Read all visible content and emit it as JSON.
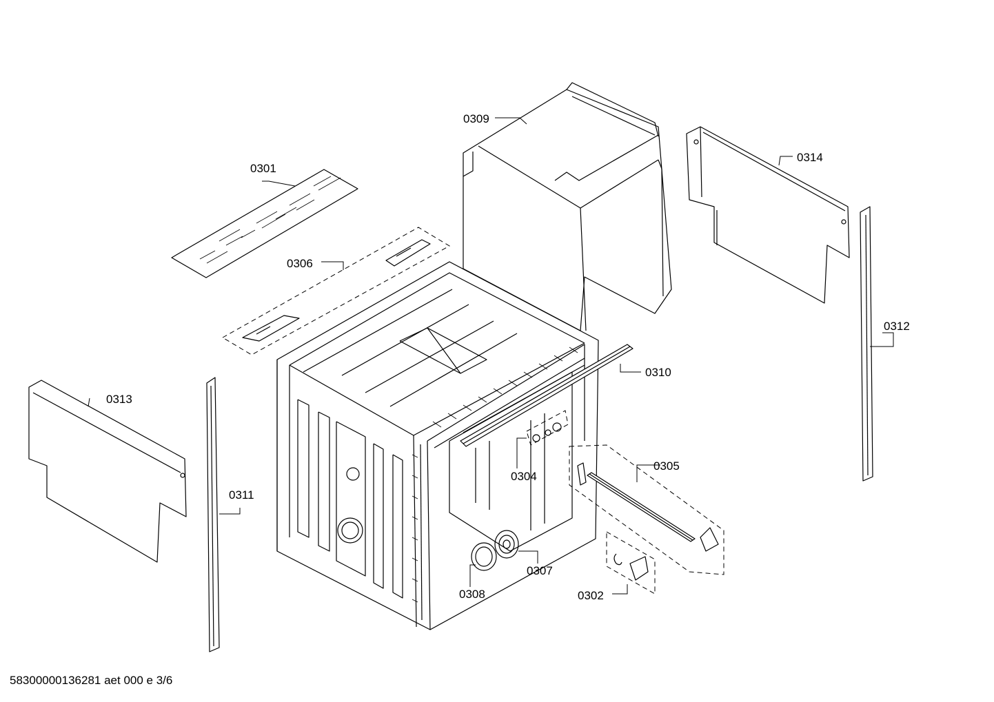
{
  "diagram": {
    "part_labels": {
      "p0301": "0301",
      "p0302": "0302",
      "p0304": "0304",
      "p0305": "0305",
      "p0306": "0306",
      "p0307": "0307",
      "p0308": "0308",
      "p0309": "0309",
      "p0310": "0310",
      "p0311": "0311",
      "p0312": "0312",
      "p0313": "0313",
      "p0314": "0314"
    },
    "footer_text": "58300000136281 aet 000 e 3/6"
  }
}
